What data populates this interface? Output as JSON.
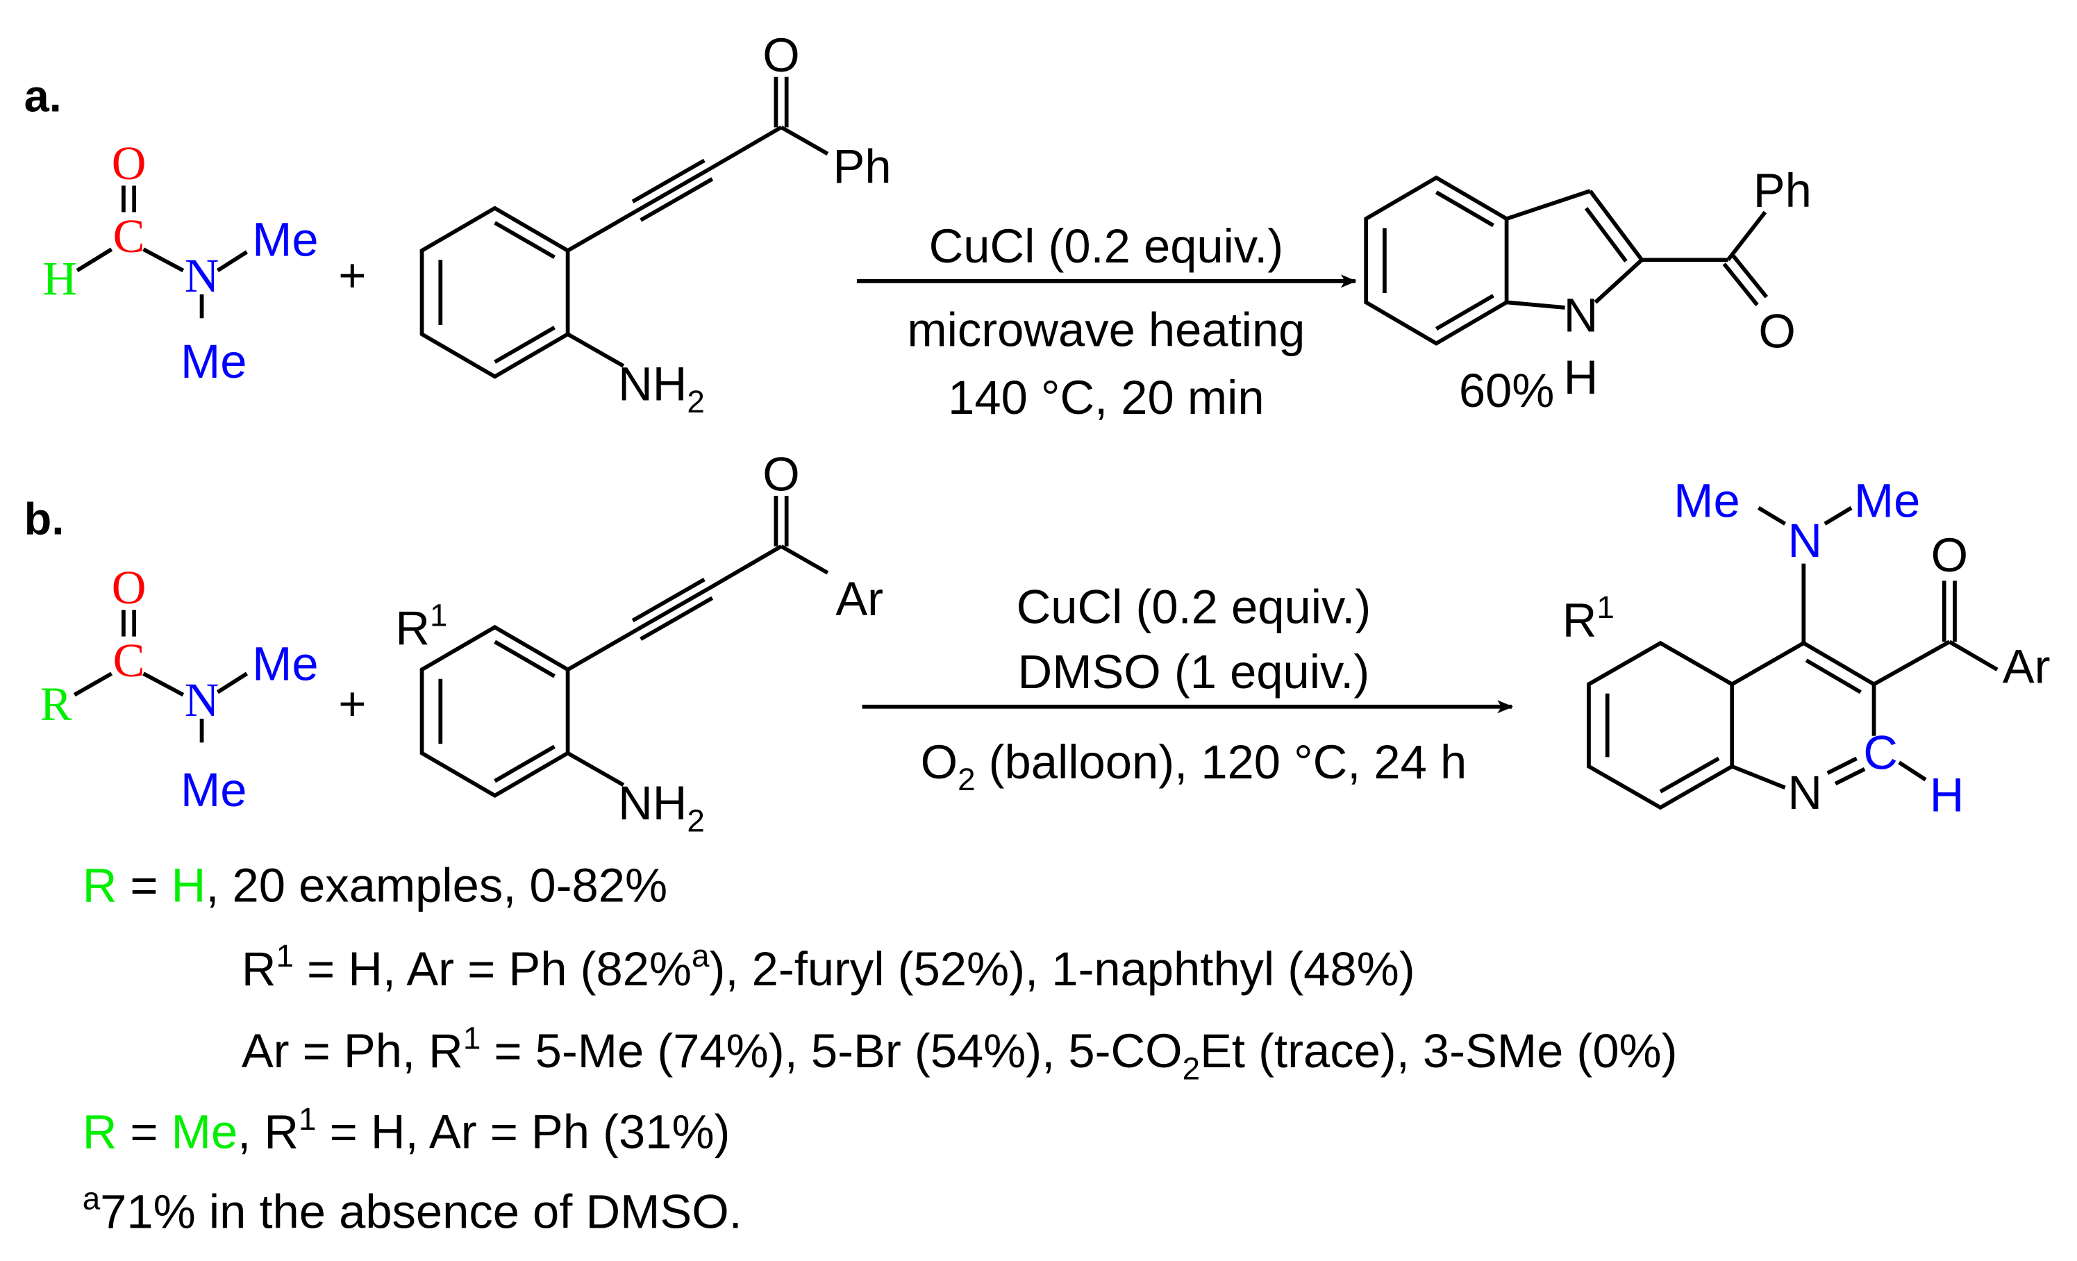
{
  "colors": {
    "carbonyl": "#ff0000",
    "amine": "#0000ff",
    "substituent": "#00ee00",
    "ink": "#000000"
  },
  "scheme_a": {
    "label": "a.",
    "reagent1": {
      "O": "O",
      "C": "C",
      "H": "H",
      "N": "N",
      "Me_top": "Me",
      "Me_bottom": "Me"
    },
    "plus": "+",
    "reagent2": {
      "carbonyl_O": "O",
      "Ph": "Ph",
      "NH2": "NH",
      "NH2_sub": "2"
    },
    "conditions": {
      "above": "CuCl (0.2 equiv.)",
      "below1": "microwave heating",
      "below2": "140 °C, 20 min"
    },
    "product": {
      "Ph": "Ph",
      "O": "O",
      "N": "N",
      "H": "H",
      "yield": "60%"
    }
  },
  "scheme_b": {
    "label": "b.",
    "reagent1": {
      "O": "O",
      "C": "C",
      "R": "R",
      "N": "N",
      "Me_top": "Me",
      "Me_bottom": "Me"
    },
    "plus": "+",
    "reagent2": {
      "carbonyl_O": "O",
      "Ar": "Ar",
      "R1": "R",
      "R1_sup": "1",
      "NH2": "NH",
      "NH2_sub": "2"
    },
    "conditions": {
      "above1": "CuCl (0.2 equiv.)",
      "above2": "DMSO (1 equiv.)",
      "below_O": "O",
      "below_O_sub": "2",
      "below_rest": " (balloon), 120 °C, 24 h"
    },
    "product": {
      "Me_left": "Me",
      "Me_right": "Me",
      "N_amine": "N",
      "O": "O",
      "Ar": "Ar",
      "R1": "R",
      "R1_sup": "1",
      "N_ring": "N",
      "C": "C",
      "H": "H"
    }
  },
  "footnotes": {
    "line1": {
      "R": "R",
      "eq": " = ",
      "H": "H",
      "rest": ", 20 examples, 0-82%"
    },
    "line2": {
      "p1": "R",
      "sup1": "1",
      "p2": " = H, Ar = Ph (82%",
      "sup2": "a",
      "p3": "), 2-furyl (52%), 1-naphthyl (48%)"
    },
    "line3": {
      "p1": "Ar = Ph, R",
      "sup1": "1",
      "p2": " = 5-Me (74%), 5-Br (54%), 5-CO",
      "sub1": "2",
      "p3": "Et (trace), 3-SMe (0%)"
    },
    "line4": {
      "R": "R",
      "eq": " = ",
      "Me": "Me",
      "p2": ", R",
      "sup1": "1",
      "p3": " = H, Ar = Ph (31%)"
    },
    "line5": {
      "sup": "a",
      "text": "71% in the absence of DMSO."
    }
  }
}
